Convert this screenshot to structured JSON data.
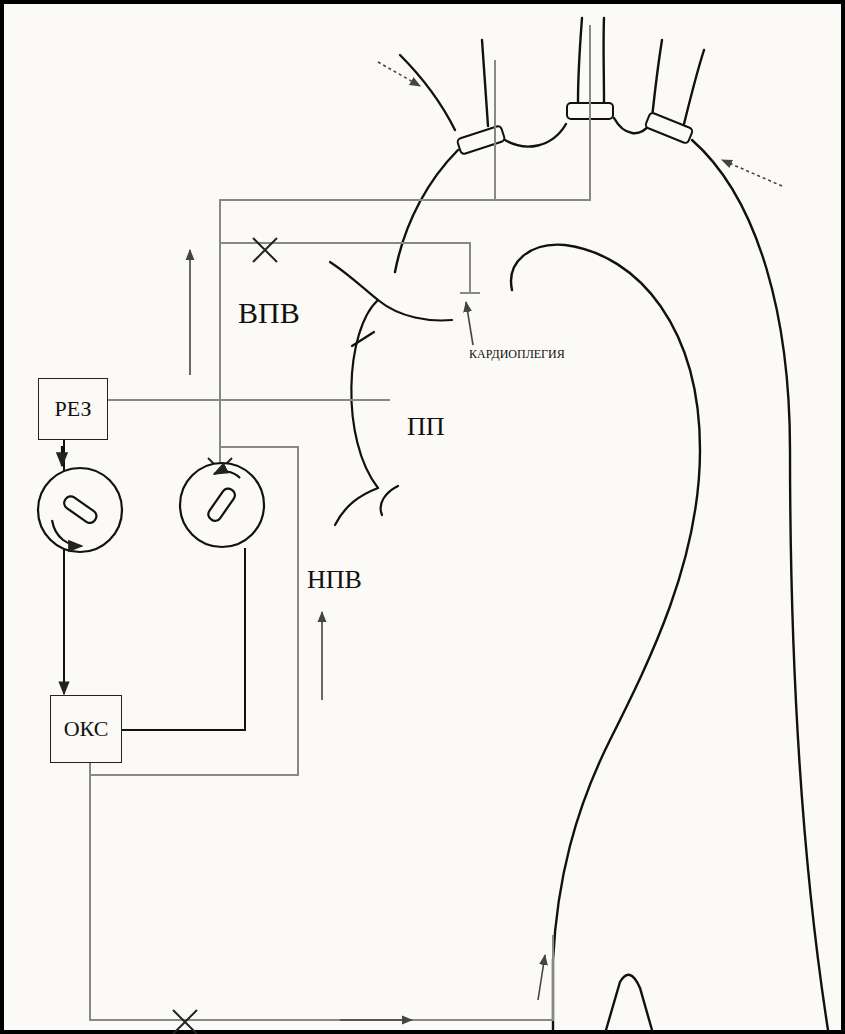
{
  "diagram": {
    "nodes": [
      {
        "text": [
          "РЕЗ"
        ]
      },
      {
        "text": [
          "ОКС"
        ]
      }
    ],
    "edges": [
      {
        "from": 0,
        "to": 1,
        "arrow": "to"
      }
    ],
    "labels": [
      "ВПВ",
      "КАРДИОПЛЕГИЯ",
      "ПП",
      "НПВ"
    ]
  }
}
